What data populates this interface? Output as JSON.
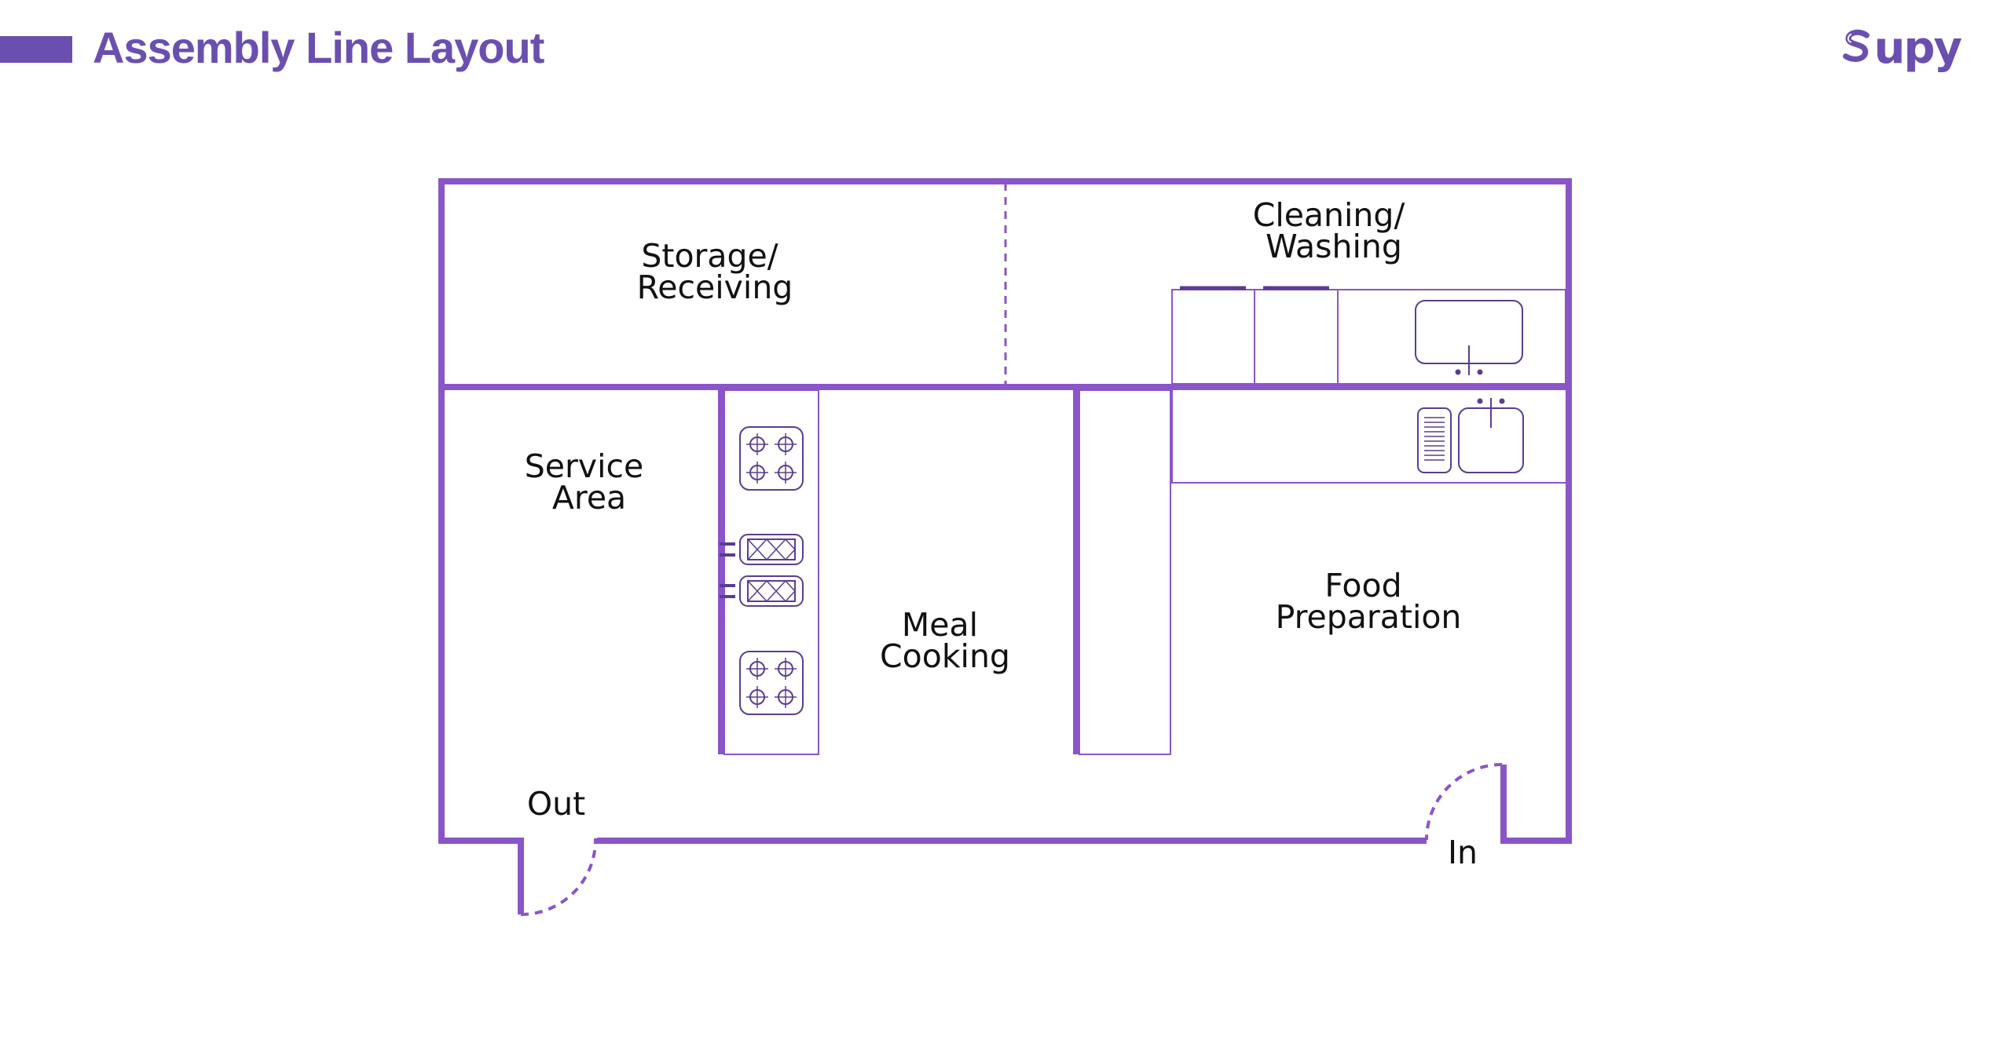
{
  "title": "Assembly Line Layout",
  "logo": {
    "text": "upy",
    "icon": "supy-s-logo-icon"
  },
  "colors": {
    "accent": "#6b4fb0",
    "wall": "#8a55c9",
    "text": "#111111"
  },
  "areas": {
    "storage": {
      "line1": "Storage/",
      "line2": "Receiving"
    },
    "cleaning": {
      "line1": "Cleaning/",
      "line2": "Washing"
    },
    "service": {
      "line1": "Service",
      "line2": "Area"
    },
    "meal": {
      "line1": "Meal",
      "line2": "Cooking"
    },
    "food": {
      "line1": "Food",
      "line2": "Preparation"
    }
  },
  "doors": {
    "out": "Out",
    "in": "In"
  },
  "icons": [
    "stove-burner-icon",
    "grill-icon",
    "sink-icon",
    "drying-rack-icon",
    "door-swing-icon"
  ]
}
